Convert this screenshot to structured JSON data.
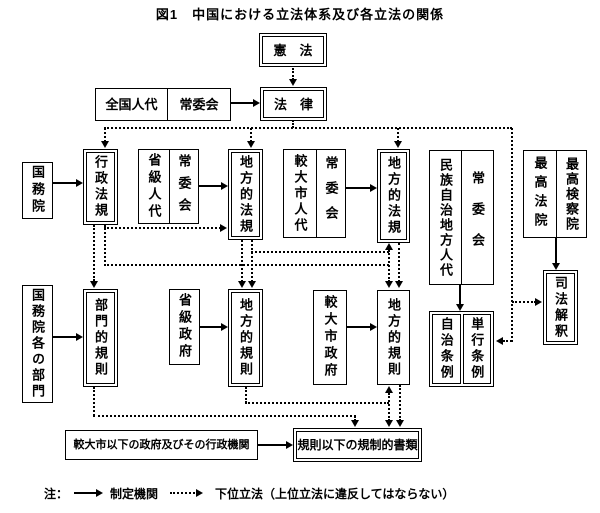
{
  "title": "図1　中国における立法体系及び各立法の関係",
  "nodes": {
    "constitution": "憲　法",
    "law": "法　律",
    "npc": "全国人代",
    "npc_standing": "常委会",
    "state_council": "国務院",
    "admin_regulations": "行政法規",
    "provincial_pc": "省級人代",
    "provincial_standing": "常委会",
    "local_regulations_1": "地方的法規",
    "larger_city_pc": "較大市人代",
    "larger_city_standing": "常委会",
    "local_regulations_2": "地方的法規",
    "ethnic_autonomous_pc": "民族自治地方人代",
    "ethnic_standing": "常委会",
    "supreme_court": "最高法院",
    "supreme_procuratorate": "最高検察院",
    "state_council_departments": "国務院各の部門",
    "departmental_rules": "部門的規則",
    "provincial_government": "省級政府",
    "local_rules_1": "地方的規則",
    "larger_city_government": "較大市政府",
    "local_rules_2": "地方的規則",
    "autonomous_ordinances": "自治条例",
    "separate_ordinances": "単行条例",
    "judicial_interpretation": "司法解釈",
    "sub_city_governments": "較大市以下の政府及びその行政機関",
    "sub_rule_documents": "規則以下の規制的書類"
  },
  "legend": {
    "note": "注：",
    "solid": "制定機関",
    "dotted": "下位立法（上位立法に違反してはならない）"
  },
  "colors": {
    "line": "#000000",
    "background": "#ffffff"
  }
}
